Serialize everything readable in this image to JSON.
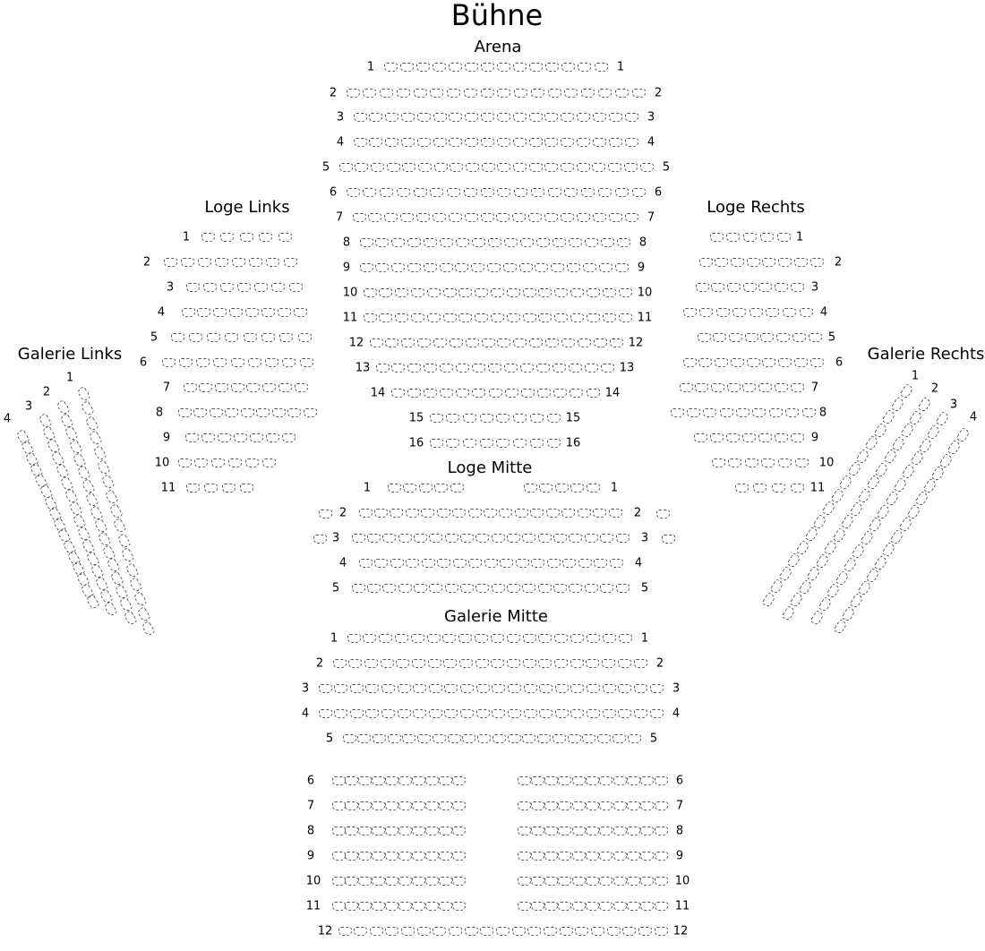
{
  "stage": {
    "label": "Bühne"
  },
  "seat_color": "#555555",
  "sections": {
    "arena": {
      "title": "Arena"
    },
    "loge_links": {
      "title": "Loge Links"
    },
    "loge_rechts": {
      "title": "Loge Rechts"
    },
    "loge_mitte": {
      "title": "Loge Mitte"
    },
    "galerie_links": {
      "title": "Galerie Links"
    },
    "galerie_rechts": {
      "title": "Galerie Rechts"
    },
    "galerie_mitte": {
      "title": "Galerie Mitte"
    }
  },
  "arena_rows": [
    {
      "label": "1",
      "seats": 14
    },
    {
      "label": "2",
      "seats": 18
    },
    {
      "label": "3",
      "seats": 18
    },
    {
      "label": "4",
      "seats": 18
    },
    {
      "label": "5",
      "seats": 20
    },
    {
      "label": "6",
      "seats": 18
    },
    {
      "label": "7",
      "seats": 18
    },
    {
      "label": "8",
      "seats": 17
    },
    {
      "label": "9",
      "seats": 17
    },
    {
      "label": "10",
      "seats": 17
    },
    {
      "label": "11",
      "seats": 17
    },
    {
      "label": "12",
      "seats": 16
    },
    {
      "label": "13",
      "seats": 15
    },
    {
      "label": "14",
      "seats": 13
    },
    {
      "label": "15",
      "seats": 8
    },
    {
      "label": "16",
      "seats": 8
    }
  ],
  "loge_links_rows": [
    {
      "label": "1",
      "seats": 5
    },
    {
      "label": "2",
      "seats": 8
    },
    {
      "label": "3",
      "seats": 7
    },
    {
      "label": "4",
      "seats": 8
    },
    {
      "label": "5",
      "seats": 8
    },
    {
      "label": "6",
      "seats": 9
    },
    {
      "label": "7",
      "seats": 8
    },
    {
      "label": "8",
      "seats": 9
    },
    {
      "label": "9",
      "seats": 7
    },
    {
      "label": "10",
      "seats": 6
    },
    {
      "label": "11",
      "seats": 4
    }
  ],
  "loge_rechts_rows": [
    {
      "label": "1",
      "seats": 5
    },
    {
      "label": "2",
      "seats": 8
    },
    {
      "label": "3",
      "seats": 7
    },
    {
      "label": "4",
      "seats": 8
    },
    {
      "label": "5",
      "seats": 8
    },
    {
      "label": "6",
      "seats": 9
    },
    {
      "label": "7",
      "seats": 8
    },
    {
      "label": "8",
      "seats": 9
    },
    {
      "label": "9",
      "seats": 7
    },
    {
      "label": "10",
      "seats": 6
    },
    {
      "label": "11",
      "seats": 4
    }
  ],
  "loge_mitte_rows": [
    {
      "label": "1",
      "seats": 10
    },
    {
      "label": "2",
      "seats": 17
    },
    {
      "label": "3",
      "seats": 18
    },
    {
      "label": "4",
      "seats": 17
    },
    {
      "label": "5",
      "seats": 18
    }
  ],
  "galerie_links_rows": [
    {
      "label": "1",
      "seats": 17
    },
    {
      "label": "2",
      "seats": 17
    },
    {
      "label": "3",
      "seats": 16
    },
    {
      "label": "4",
      "seats": 16
    }
  ],
  "galerie_rechts_rows": [
    {
      "label": "1",
      "seats": 17
    },
    {
      "label": "2",
      "seats": 17
    },
    {
      "label": "3",
      "seats": 16
    },
    {
      "label": "4",
      "seats": 16
    }
  ],
  "galerie_mitte_rows": [
    {
      "label": "1",
      "seats": 18
    },
    {
      "label": "2",
      "seats": 20
    },
    {
      "label": "3",
      "seats": 22
    },
    {
      "label": "4",
      "seats": 22
    },
    {
      "label": "5",
      "seats": 20
    },
    {
      "label": "6",
      "seats": 21
    },
    {
      "label": "7",
      "seats": 21
    },
    {
      "label": "8",
      "seats": 21
    },
    {
      "label": "9",
      "seats": 21
    },
    {
      "label": "10",
      "seats": 21
    },
    {
      "label": "11",
      "seats": 21
    },
    {
      "label": "12",
      "seats": 21
    }
  ]
}
